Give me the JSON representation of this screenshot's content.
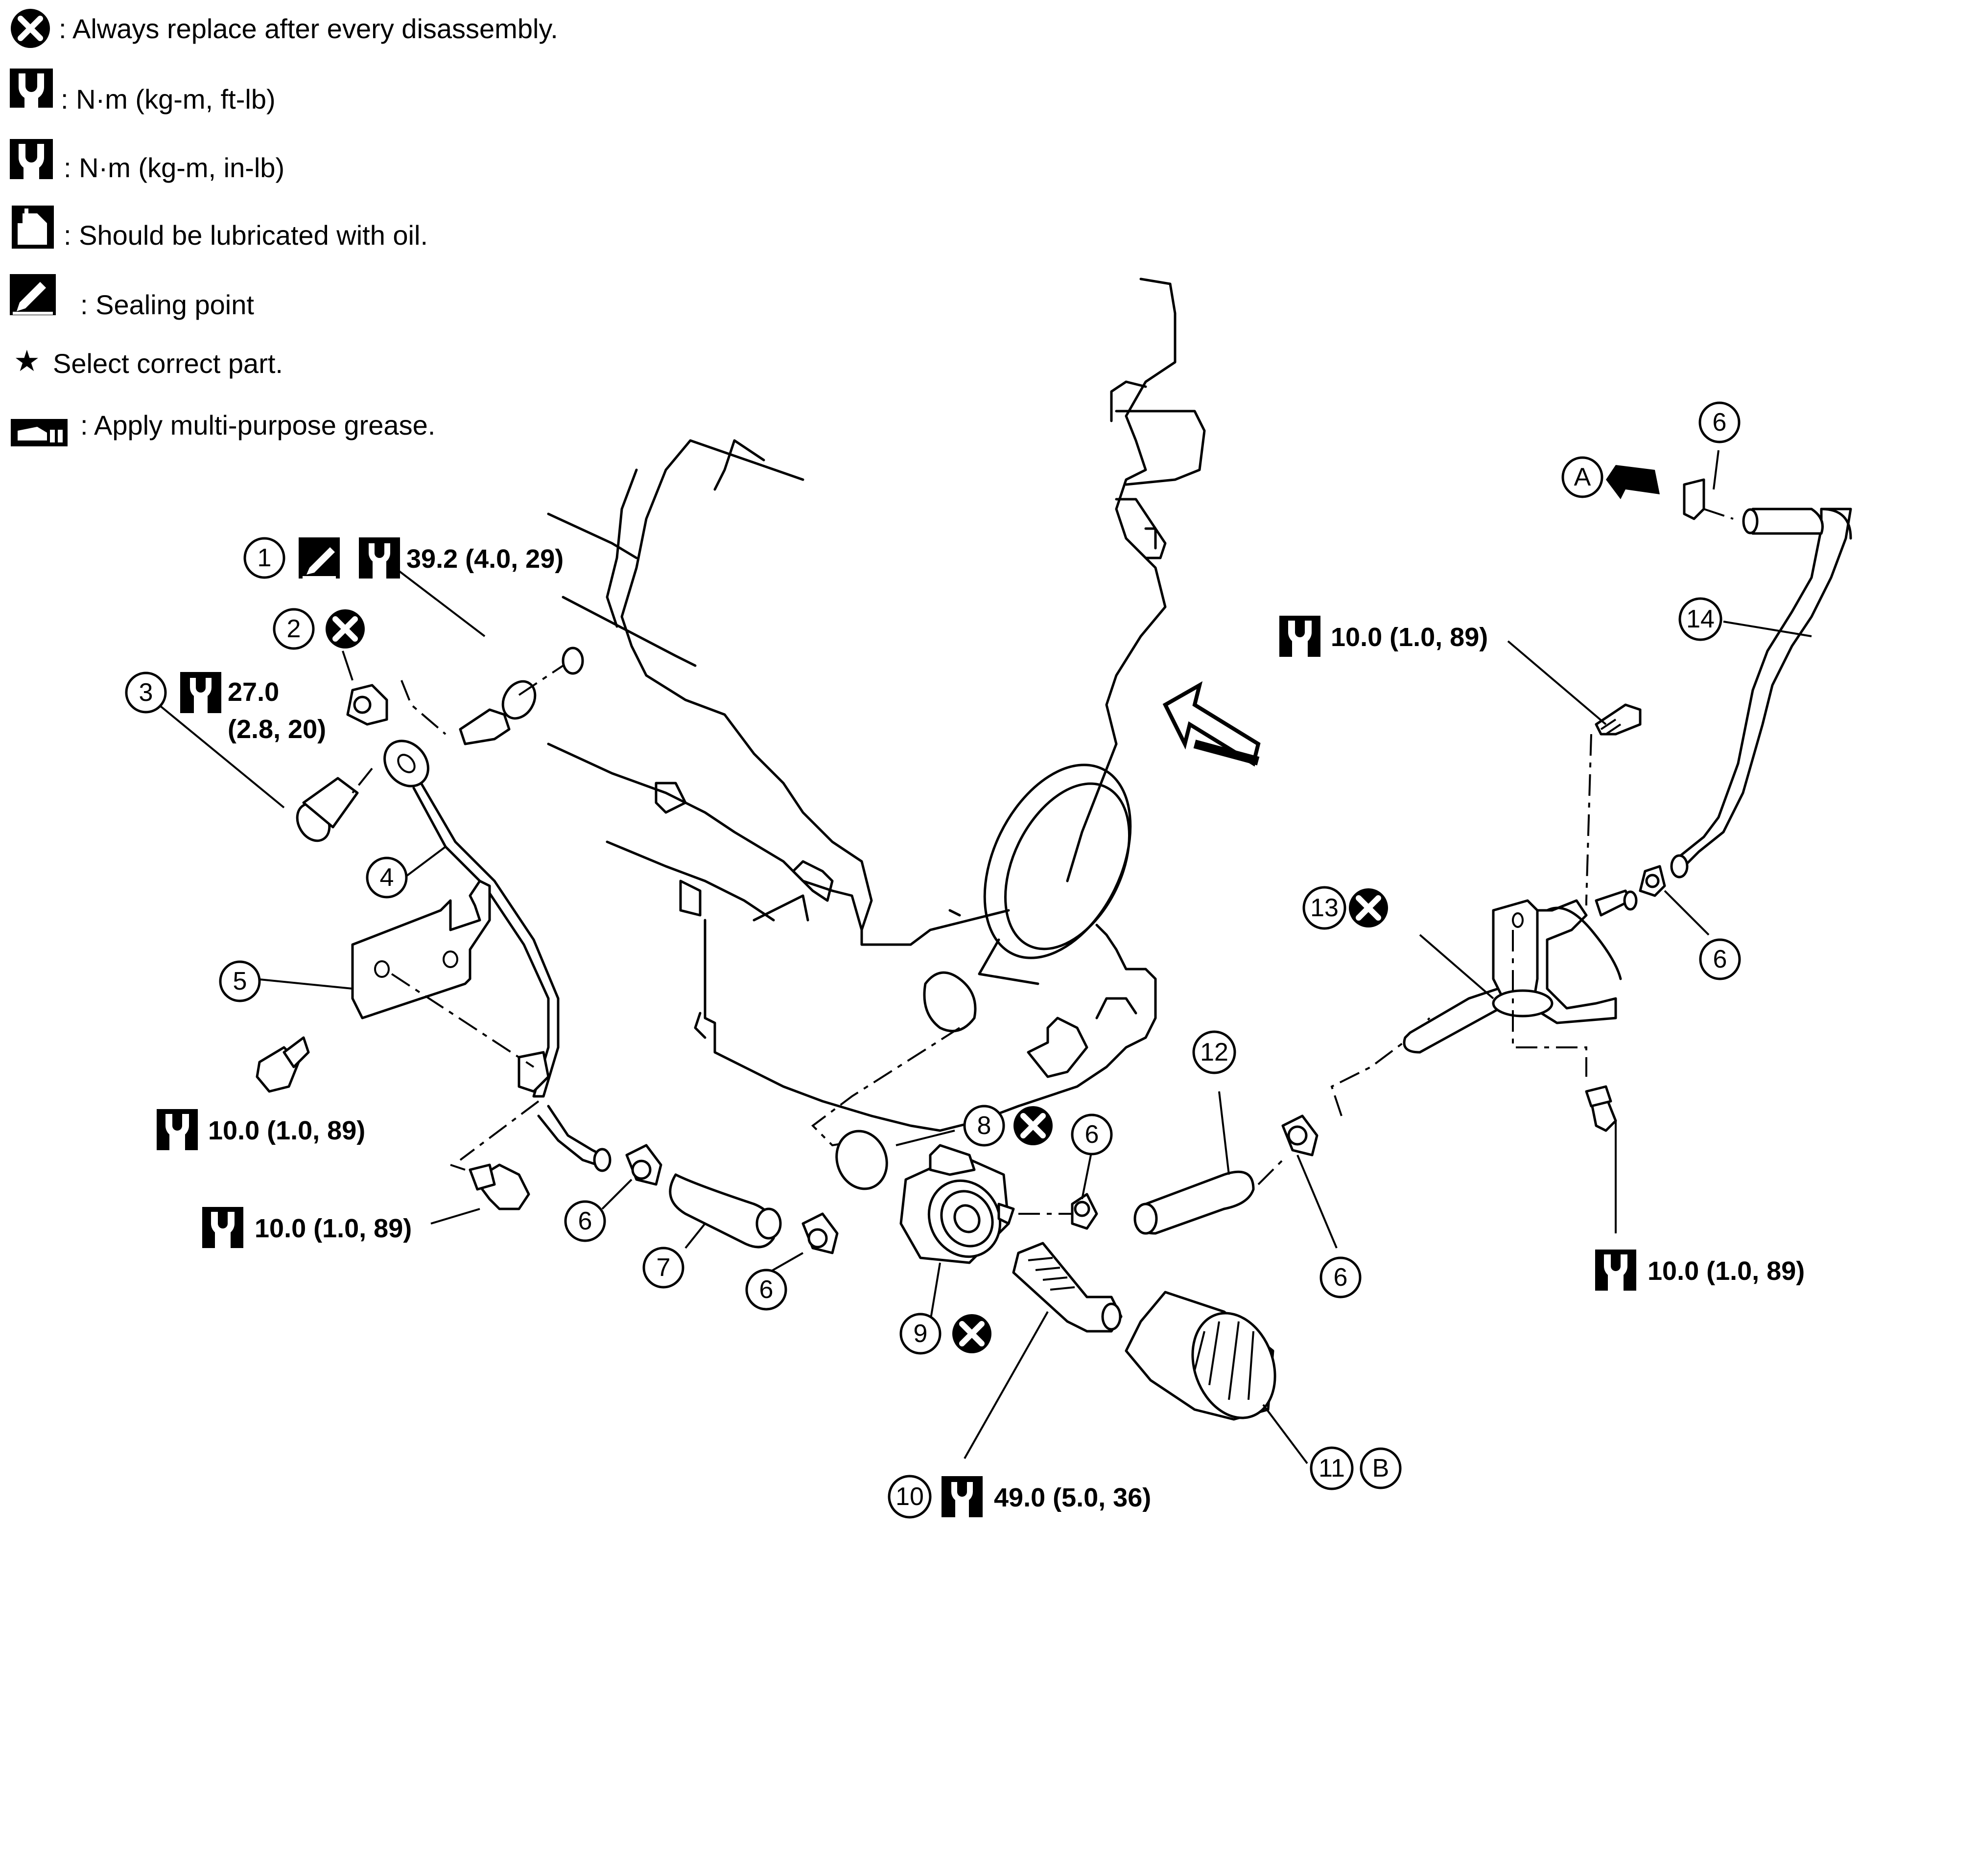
{
  "legend": {
    "replace": ": Always replace after every disassembly.",
    "nm_ftlb": ": N·m (kg-m, ft-lb)",
    "nm_inlb": ": N·m (kg-m, in-lb)",
    "oil": ": Should be lubricated with oil.",
    "sealing": ": Sealing point",
    "star": "★",
    "select": "Select correct part.",
    "grease": ": Apply multi-purpose grease."
  },
  "callouts": {
    "c1": "1",
    "c2": "2",
    "c3": "3",
    "c4": "4",
    "c5": "5",
    "c6a": "6",
    "c6b": "6",
    "c6c": "6",
    "c6d": "6",
    "c6e": "6",
    "c6f": "6",
    "c7": "7",
    "c8": "8",
    "c9": "9",
    "c10": "10",
    "c11": "11",
    "c12": "12",
    "c13": "13",
    "c14": "14",
    "cA": "A",
    "cB": "B"
  },
  "torques": {
    "t1": "39.2 (4.0, 29)",
    "t3a": "27.0",
    "t3b": "(2.8, 20)",
    "t5": "10.0 (1.0, 89)",
    "t_left": "10.0 (1.0, 89)",
    "t_topright": "10.0 (1.0, 89)",
    "t_bottomright": "10.0 (1.0, 89)",
    "t10": "49.0 (5.0, 36)"
  },
  "icons": [
    "replace-icon",
    "torque-ftlb-icon",
    "torque-inlb-icon",
    "oil-can-icon",
    "sealing-icon",
    "star-icon",
    "grease-icon",
    "front-arrow-icon"
  ]
}
